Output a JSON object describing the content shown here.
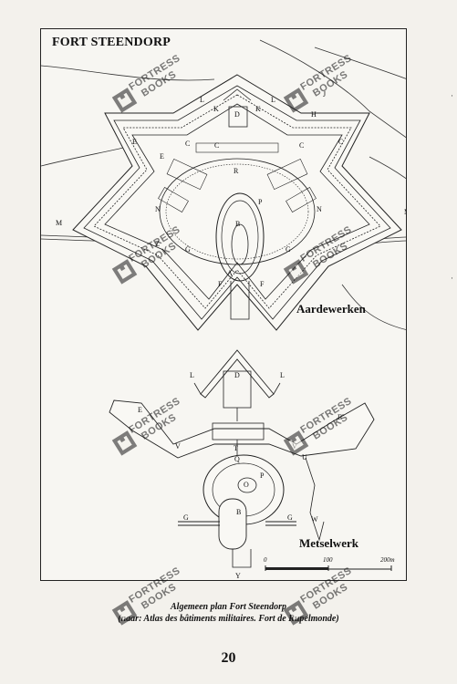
{
  "page": {
    "title": "FORT STEENDORP",
    "section_earthworks": "Aardewerken",
    "section_masonry": "Metselwerk",
    "caption_line1": "Algemeen plan Fort Steendorp",
    "caption_line2": "(naar: Atlas des bâtiments militaires. Fort de Rupelmonde)",
    "page_number": "20"
  },
  "scale_bar": {
    "start": "0",
    "mid": "100",
    "end": "200m"
  },
  "watermark": {
    "line1": "FORTRESS",
    "line2": "BOOKS"
  },
  "plan_labels": {
    "earthworks": [
      "L",
      "K",
      "D",
      "K",
      "L",
      "J",
      "H",
      "E",
      "C",
      "C",
      "C",
      "C",
      "E",
      "R",
      "P",
      "N",
      "N",
      "M",
      "M",
      "B",
      "Z",
      "G",
      "G",
      "A",
      "F",
      "F"
    ],
    "masonry": [
      "L",
      "D",
      "L",
      "E",
      "E",
      "V",
      "T",
      "V",
      "Q",
      "U",
      "P",
      "O",
      "G",
      "B",
      "G",
      "W",
      "Y"
    ]
  }
}
